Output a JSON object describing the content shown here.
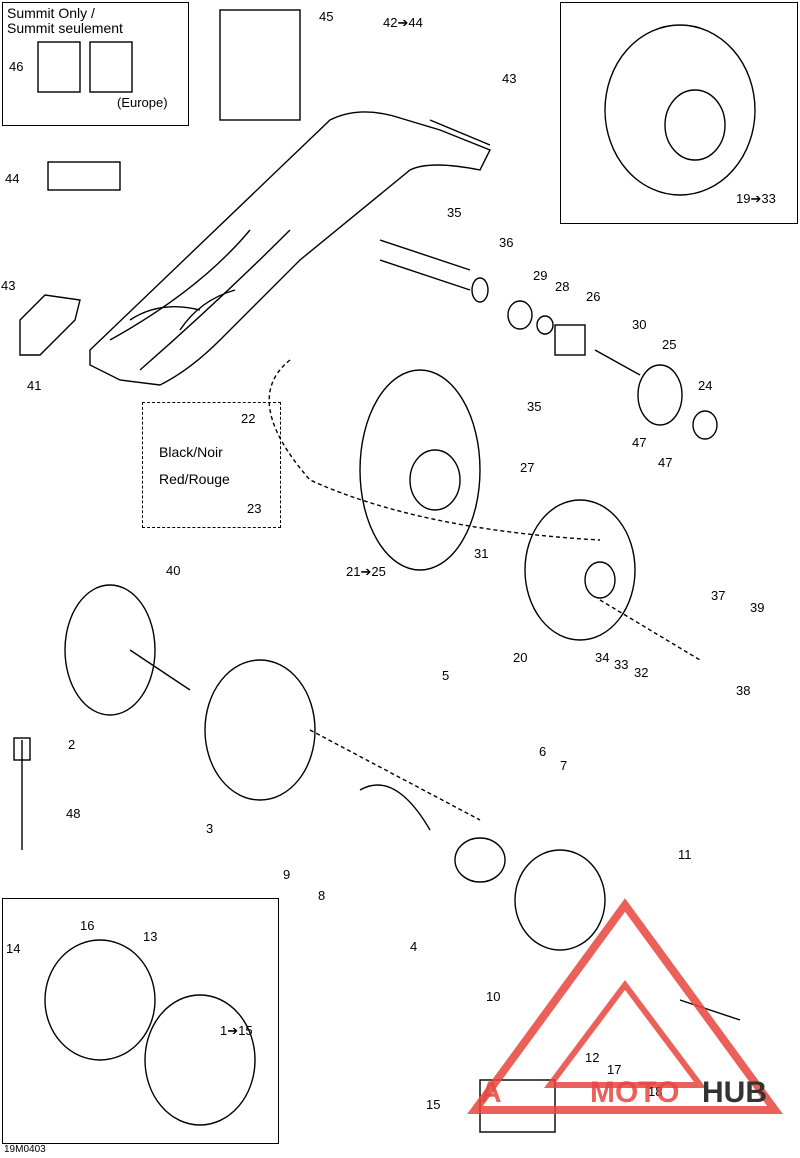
{
  "callouts": {
    "c1to15": "1➔15",
    "c2": "2",
    "c3": "3",
    "c4": "4",
    "c5": "5",
    "c6": "6",
    "c7": "7",
    "c8": "8",
    "c9": "9",
    "c10": "10",
    "c11": "11",
    "c12": "12",
    "c13": "13",
    "c14": "14",
    "c15": "15",
    "c16": "16",
    "c17": "17",
    "c18": "18",
    "c19to33": "19➔33",
    "c20": "20",
    "c21to25": "21➔25",
    "c22": "22",
    "c23": "23",
    "c24": "24",
    "c25": "25",
    "c26": "26",
    "c27": "27",
    "c28": "28",
    "c29": "29",
    "c30": "30",
    "c31": "31",
    "c32": "32",
    "c33": "33",
    "c34": "34",
    "c35a": "35",
    "c35b": "35",
    "c36": "36",
    "c37": "37",
    "c38": "38",
    "c39": "39",
    "c40": "40",
    "c41": "41",
    "c42to44": "42➔44",
    "c43a": "43",
    "c43b": "43",
    "c44": "44",
    "c45": "45",
    "c46": "46",
    "c47a": "47",
    "c47b": "47",
    "c48": "48"
  },
  "labels": {
    "summit_line1": "Summit Only /",
    "summit_line2": "Summit seulement",
    "europe": "(Europe)",
    "black": "Black/Noir",
    "red": "Red/Rouge",
    "drawing_code": "19M0403"
  },
  "watermark": {
    "part1": "A",
    "part2": "MOTO",
    "part3": "HUB",
    "colors": {
      "red": "#e8453c",
      "dark": "#333333"
    }
  }
}
